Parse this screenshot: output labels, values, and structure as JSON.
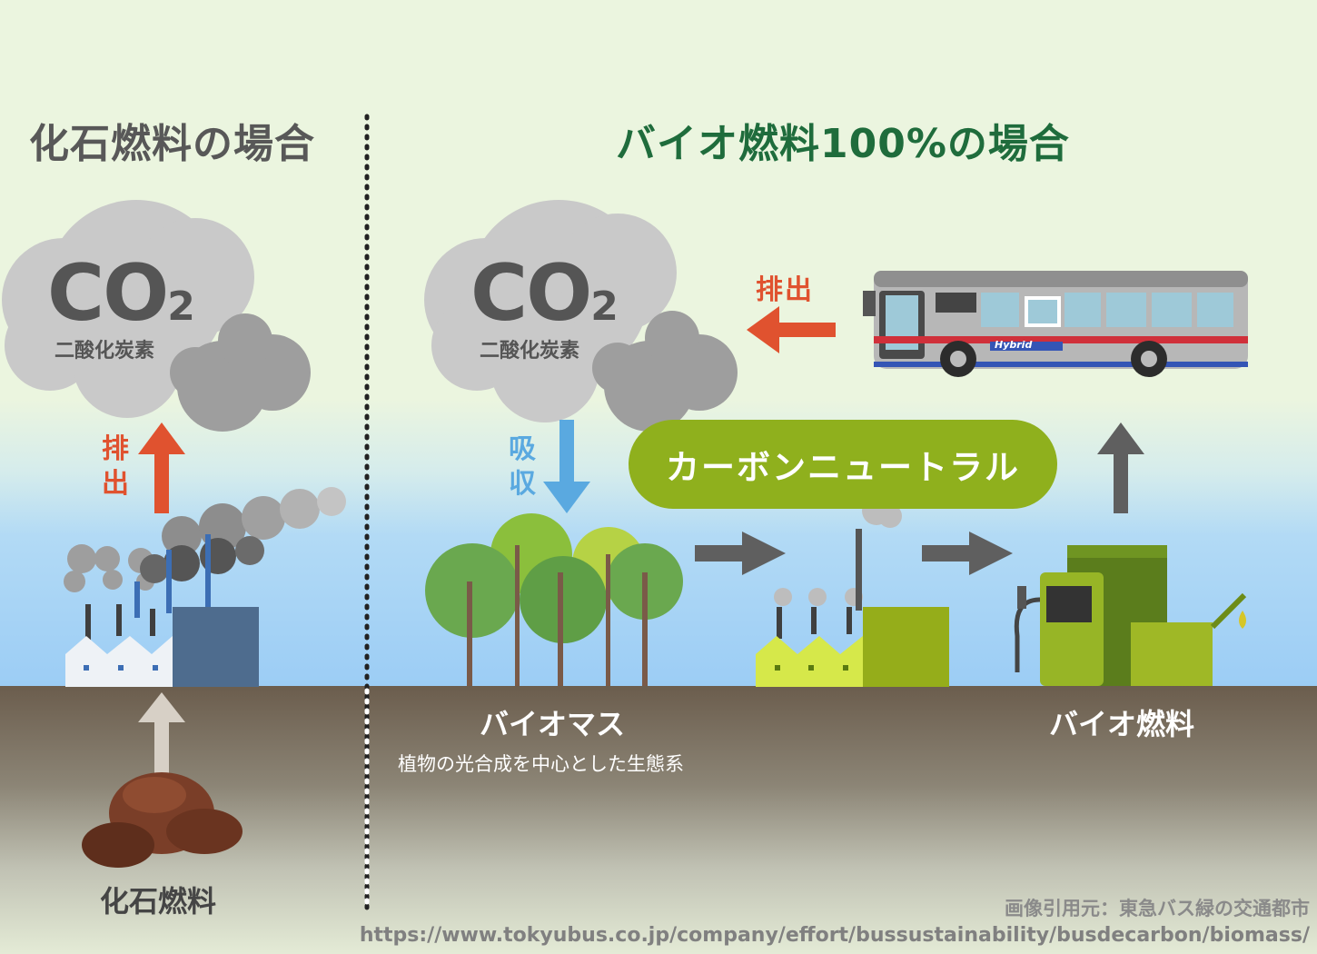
{
  "titles": {
    "fossil": "化石燃料の場合",
    "biofuel": "バイオ燃料100%の場合"
  },
  "co2": {
    "symbol": "CO",
    "subscript": "2",
    "name": "二酸化炭素"
  },
  "labels": {
    "emission_left": "排出",
    "emission_right": "排出",
    "absorption": "吸収",
    "carbon_neutral": "カーボンニュートラル",
    "biomass": "バイオマス",
    "biomass_caption": "植物の光合成を中心とした生態系",
    "biofuel": "バイオ燃料",
    "fossil_fuel": "化石燃料",
    "bus_logo": "Hybrid"
  },
  "credit": {
    "line1": "画像引用元：東急バス緑の交通都市",
    "line2": "https://www.tokyubus.co.jp/company/effort/bussustainability/busdecarbon/biomass/"
  },
  "colors": {
    "emission_arrow": "#e0522f",
    "absorption_arrow": "#5aa9e0",
    "process_arrow": "#5f5f5f",
    "pill": "#8fb01d",
    "biofuel_title": "#1f6c3c"
  }
}
